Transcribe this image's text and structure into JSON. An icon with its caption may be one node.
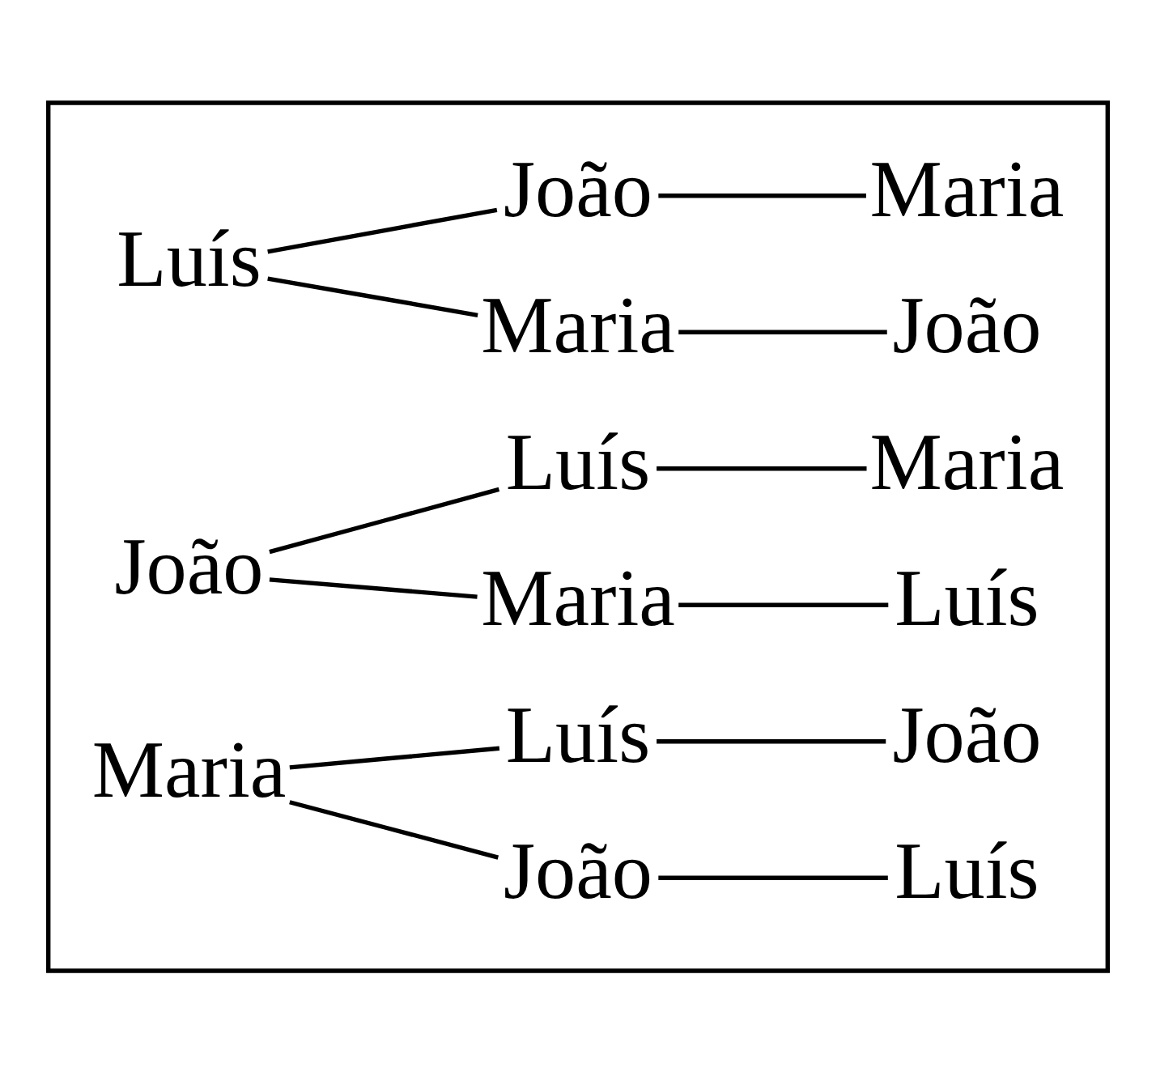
{
  "diagram": {
    "nodes": [
      {
        "text": [],
        "shape": "box"
      },
      {
        "text": [
          "Luís"
        ],
        "in": 0
      },
      {
        "text": [
          "Maria"
        ],
        "in": 0
      },
      {
        "text": [
          "João"
        ],
        "in": 0
      },
      {
        "text": [
          "João"
        ],
        "in": 0
      },
      {
        "text": [
          "Maria"
        ],
        "in": 0
      },
      {
        "text": [
          "João"
        ],
        "in": 0
      },
      {
        "text": [
          "Maria"
        ],
        "in": 0
      },
      {
        "text": [
          "Luís"
        ],
        "in": 0
      },
      {
        "text": [
          "Luís"
        ],
        "in": 0
      },
      {
        "text": [
          "Maria"
        ],
        "in": 0
      },
      {
        "text": [
          "Maria"
        ],
        "in": 0
      },
      {
        "text": [
          "João"
        ],
        "in": 0
      },
      {
        "text": [
          "Luís"
        ],
        "in": 0
      },
      {
        "text": [
          "Luís"
        ],
        "in": 0
      },
      {
        "text": [
          "João"
        ],
        "in": 0
      }
    ],
    "edges": [
      {
        "from": 1,
        "to": 2,
        "arrow": "none"
      },
      {
        "from": 1,
        "to": 4,
        "arrow": "none"
      },
      {
        "from": 2,
        "to": 3,
        "arrow": "none"
      },
      {
        "from": 4,
        "to": 5,
        "arrow": "none"
      },
      {
        "from": 6,
        "to": 7,
        "arrow": "none"
      },
      {
        "from": 6,
        "to": 9,
        "arrow": "none"
      },
      {
        "from": 7,
        "to": 8,
        "arrow": "none"
      },
      {
        "from": 9,
        "to": 10,
        "arrow": "none"
      },
      {
        "from": 11,
        "to": 12,
        "arrow": "none"
      },
      {
        "from": 11,
        "to": 14,
        "arrow": "none"
      },
      {
        "from": 12,
        "to": 13,
        "arrow": "none"
      },
      {
        "from": 14,
        "to": 15,
        "arrow": "none"
      }
    ]
  }
}
